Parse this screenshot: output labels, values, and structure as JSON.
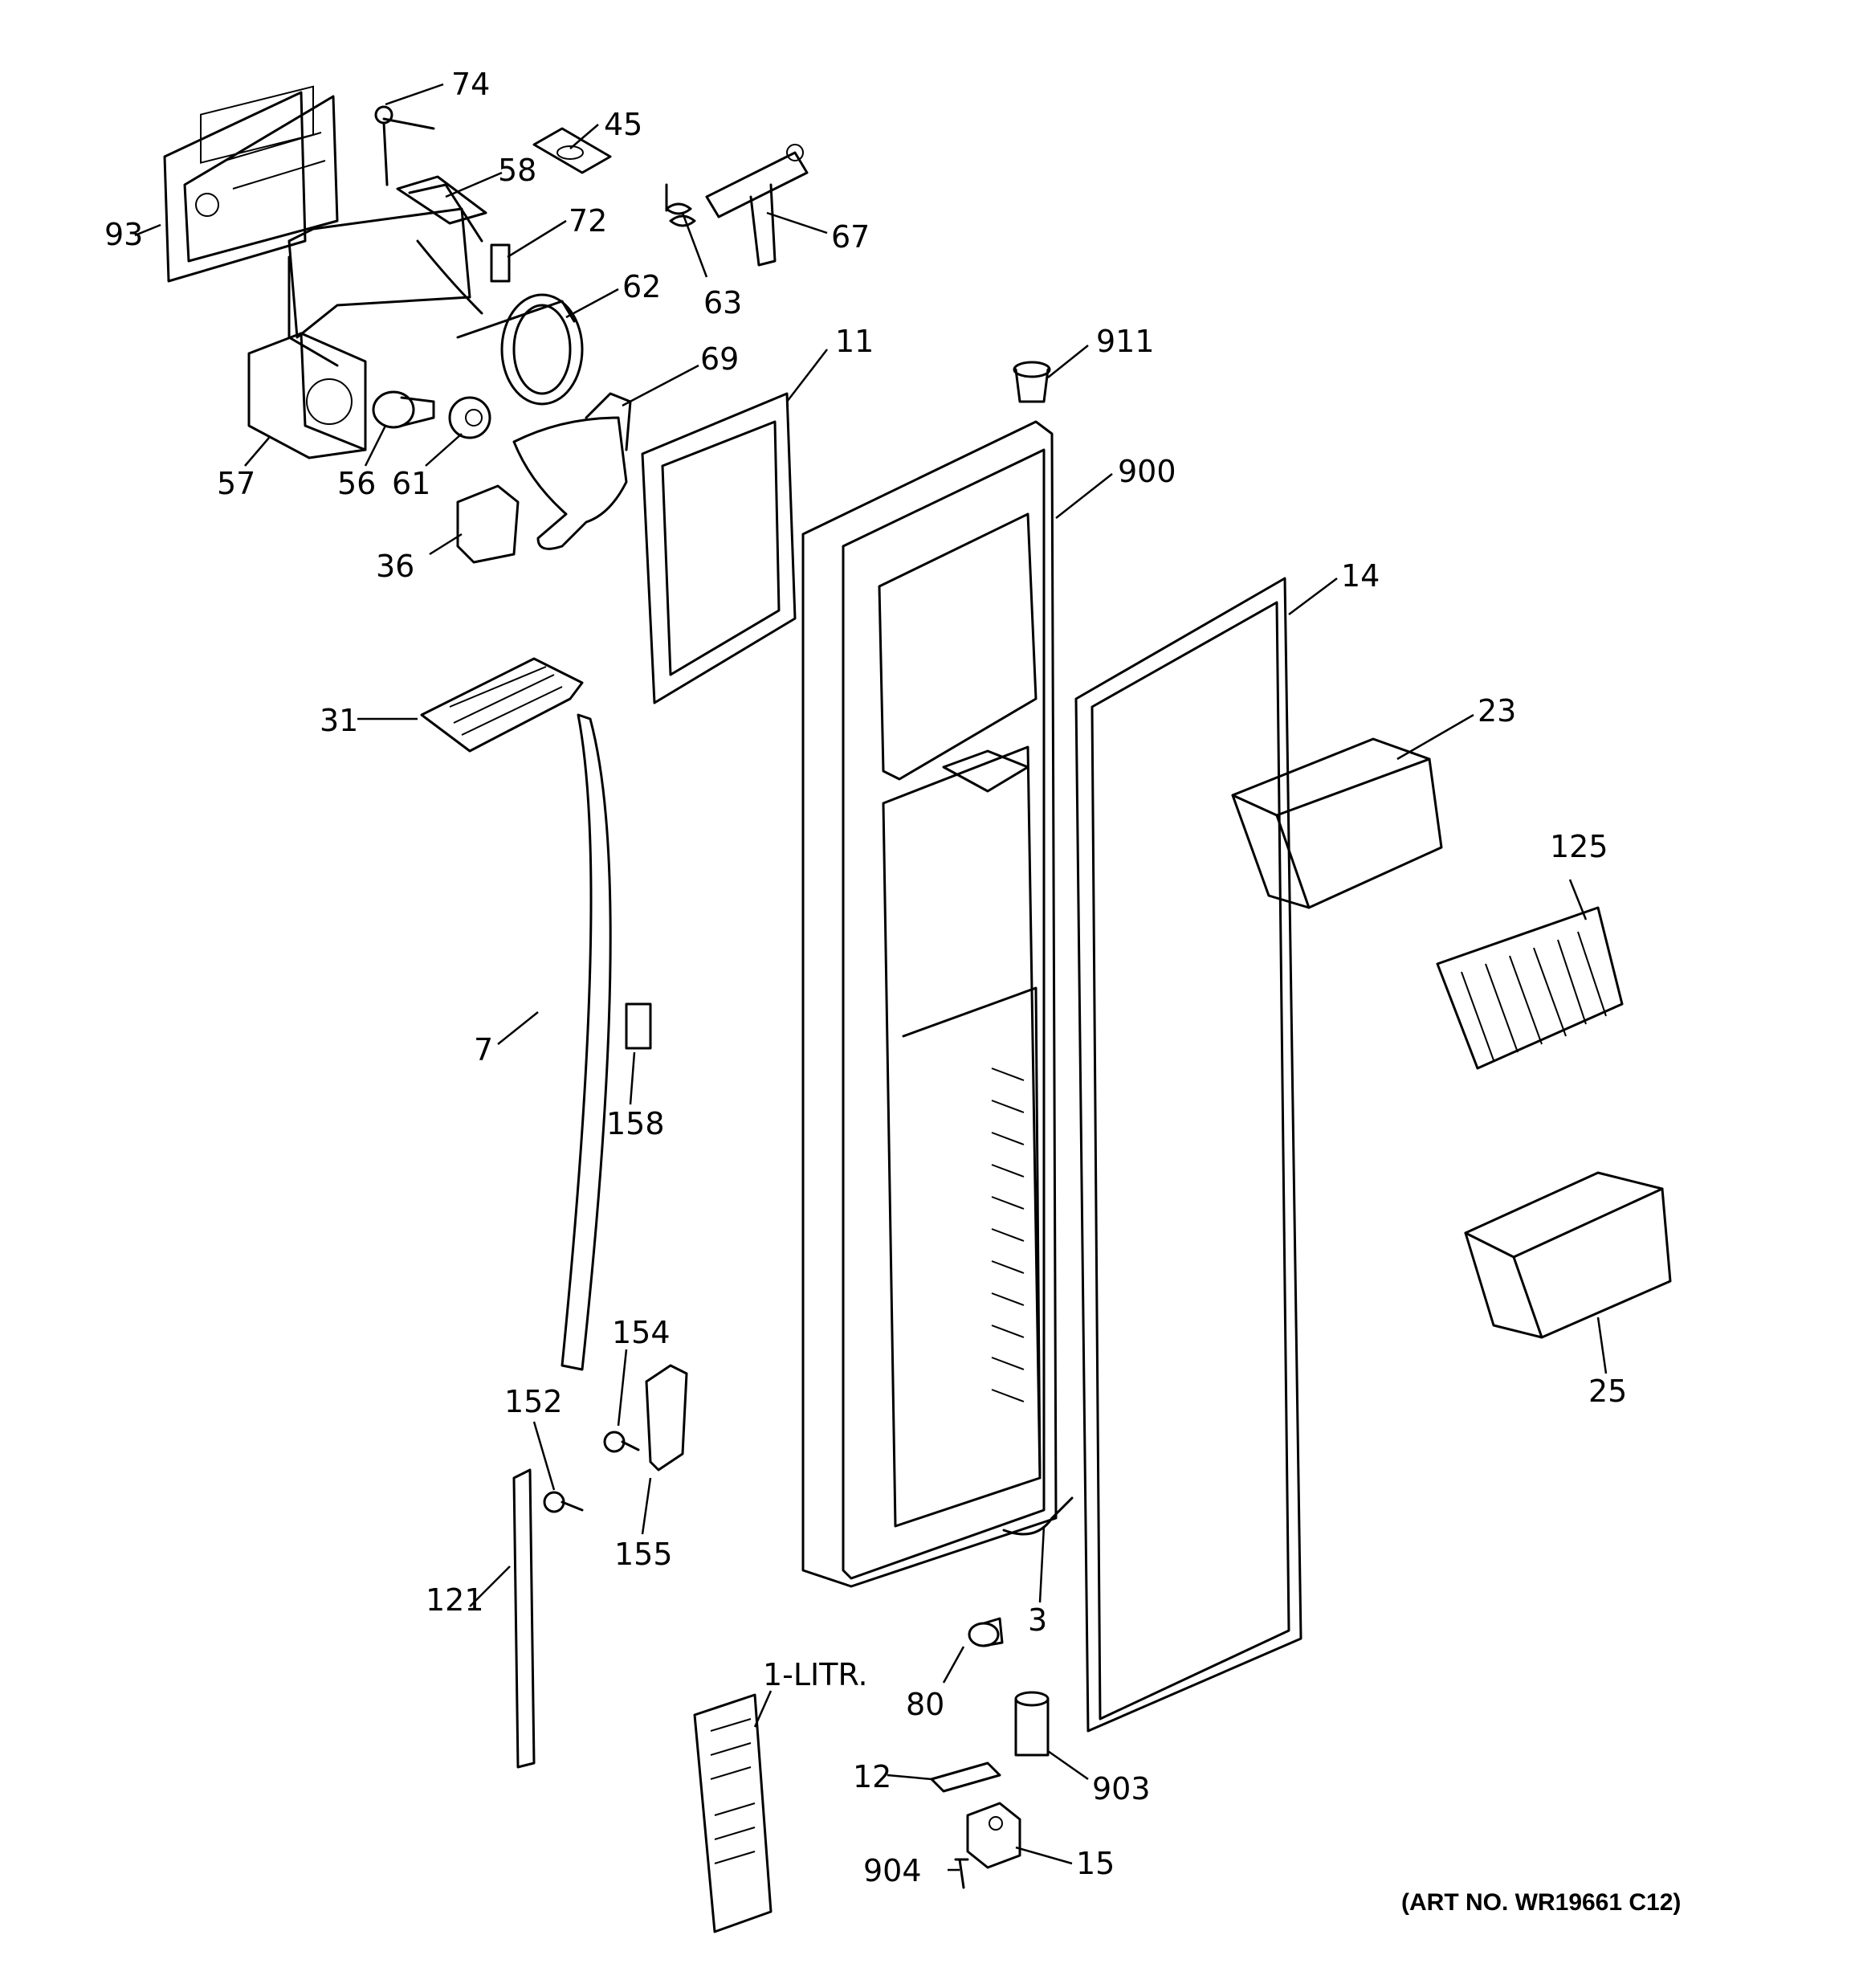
{
  "diagram": {
    "art_number": "(ART NO. WR19661 C12)",
    "callouts": {
      "p74": "74",
      "p45": "45",
      "p58": "58",
      "p93": "93",
      "p72": "72",
      "p67": "67",
      "p63": "63",
      "p62": "62",
      "p11": "11",
      "p911": "911",
      "p69": "69",
      "p57": "57",
      "p56": "56",
      "p61": "61",
      "p36": "36",
      "p900": "900",
      "p14": "14",
      "p31": "31",
      "p23": "23",
      "p125": "125",
      "p7": "7",
      "p158": "158",
      "p25": "25",
      "p154": "154",
      "p152": "152",
      "p155": "155",
      "p121": "121",
      "p3": "3",
      "p80": "80",
      "p1litr": "1-LITR.",
      "p12": "12",
      "p903": "903",
      "p904": "904",
      "p15": "15"
    }
  }
}
